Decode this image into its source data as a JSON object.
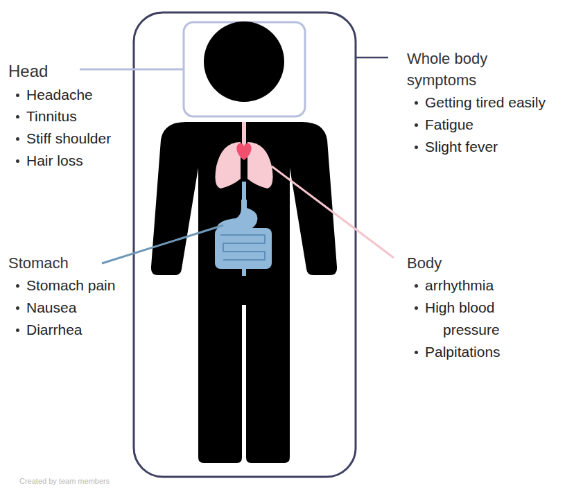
{
  "diagram": {
    "labels": [
      "Head",
      "Headache",
      "Tinnitus",
      "Stiff shoulder",
      "Hair loss",
      "Whole body symptoms",
      "Getting tired easily",
      "Fatigue",
      "Slight fever",
      "Stomach",
      "Stomach pain",
      "Nausea",
      "Diarrhea",
      "Body",
      "arrhythmia",
      "High blood pressure",
      "Palpitations",
      "Created by team members"
    ]
  }
}
